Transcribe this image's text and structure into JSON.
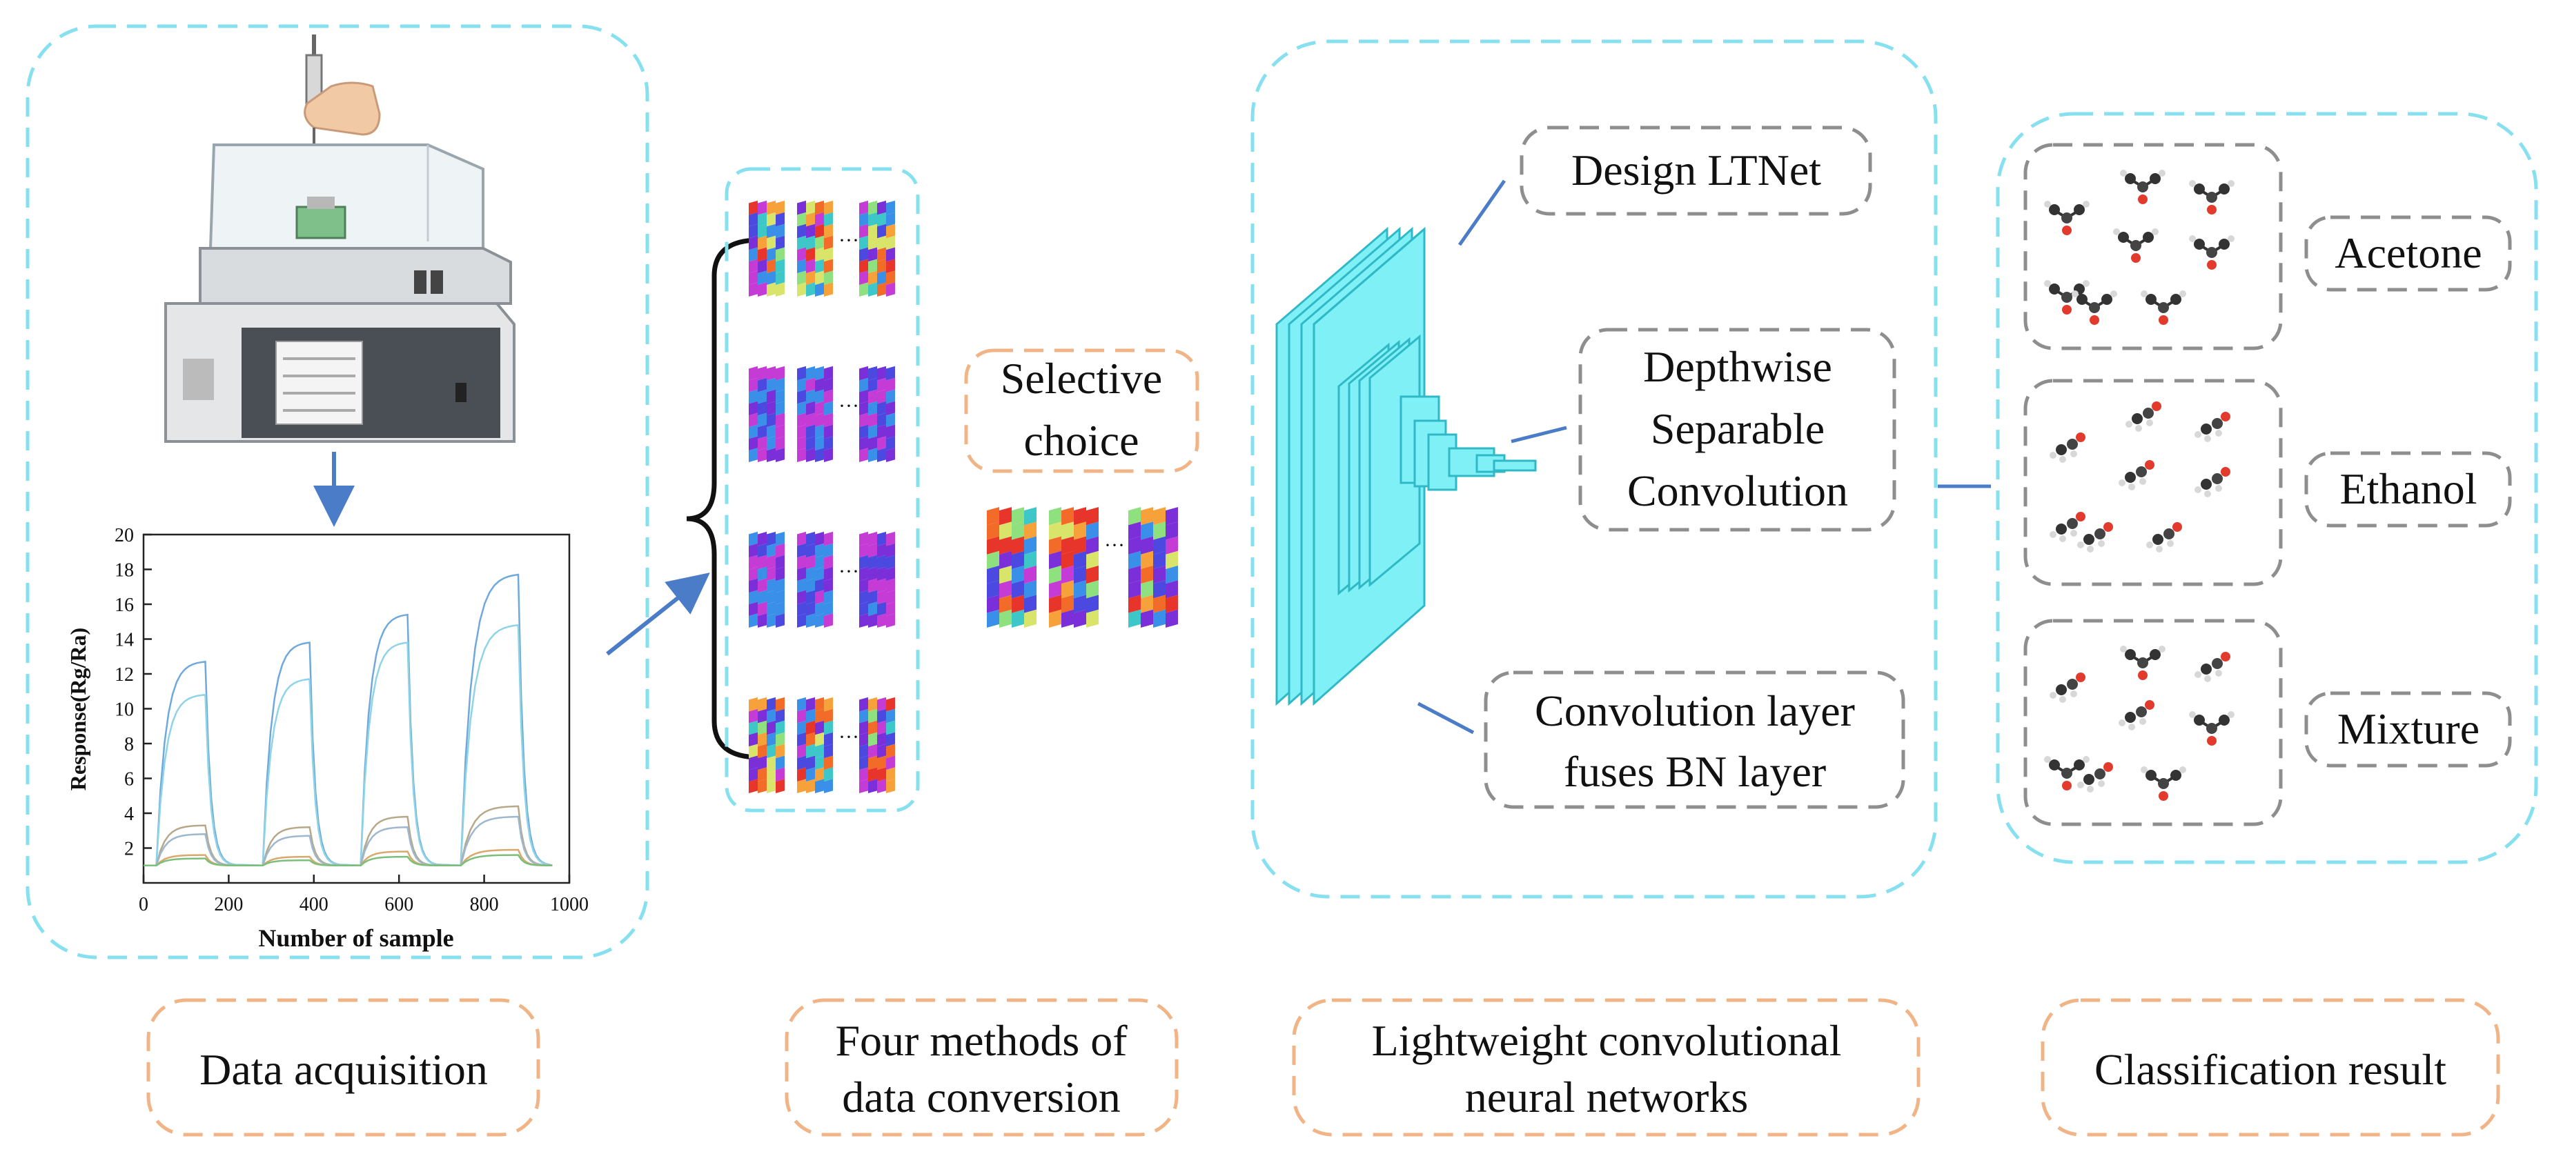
{
  "stages": {
    "acquisition": "Data acquisition",
    "conversion_line1": "Four methods of",
    "conversion_line2": "data conversion",
    "cnn_line1": "Lightweight convolutional",
    "cnn_line2": "neural networks",
    "classification": "Classification result"
  },
  "selective": {
    "line1": "Selective",
    "line2": "choice"
  },
  "network": {
    "design": "Design LTNet",
    "dsc_line1": "Depthwise",
    "dsc_line2": "Separable",
    "dsc_line3": "Convolution",
    "fuse_line1": "Convolution layer",
    "fuse_line2": "fuses BN layer"
  },
  "classes": [
    "Acetone",
    "Ethanol",
    "Mixture"
  ],
  "ellipsis": "···",
  "chart_data": {
    "type": "line",
    "xlabel": "Number of sample",
    "ylabel": "Response(Rg/Ra)",
    "xlim": [
      0,
      1000
    ],
    "ylim": [
      0,
      20
    ],
    "xticks": [
      "0",
      "200",
      "400",
      "600",
      "800",
      "1000"
    ],
    "yticks": [
      "2",
      "4",
      "6",
      "8",
      "10",
      "12",
      "14",
      "16",
      "18",
      "20"
    ],
    "pulses": [
      {
        "on": 30,
        "off": 145
      },
      {
        "on": 280,
        "off": 390
      },
      {
        "on": 510,
        "off": 620
      },
      {
        "on": 745,
        "off": 880
      }
    ],
    "series": [
      {
        "color": "#6fa8dc",
        "values": [
          12.7,
          13.8,
          15.4,
          17.7
        ]
      },
      {
        "color": "#8fd3e6",
        "values": [
          10.8,
          11.7,
          13.8,
          14.8
        ]
      },
      {
        "color": "#b7a889",
        "values": [
          3.3,
          3.2,
          3.8,
          4.4
        ]
      },
      {
        "color": "#9db7cf",
        "values": [
          2.8,
          2.7,
          3.2,
          3.8
        ]
      },
      {
        "color": "#d9a86c",
        "values": [
          1.6,
          1.5,
          1.8,
          1.9
        ]
      },
      {
        "color": "#7bbf7b",
        "values": [
          1.4,
          1.3,
          1.5,
          1.6
        ]
      }
    ]
  }
}
